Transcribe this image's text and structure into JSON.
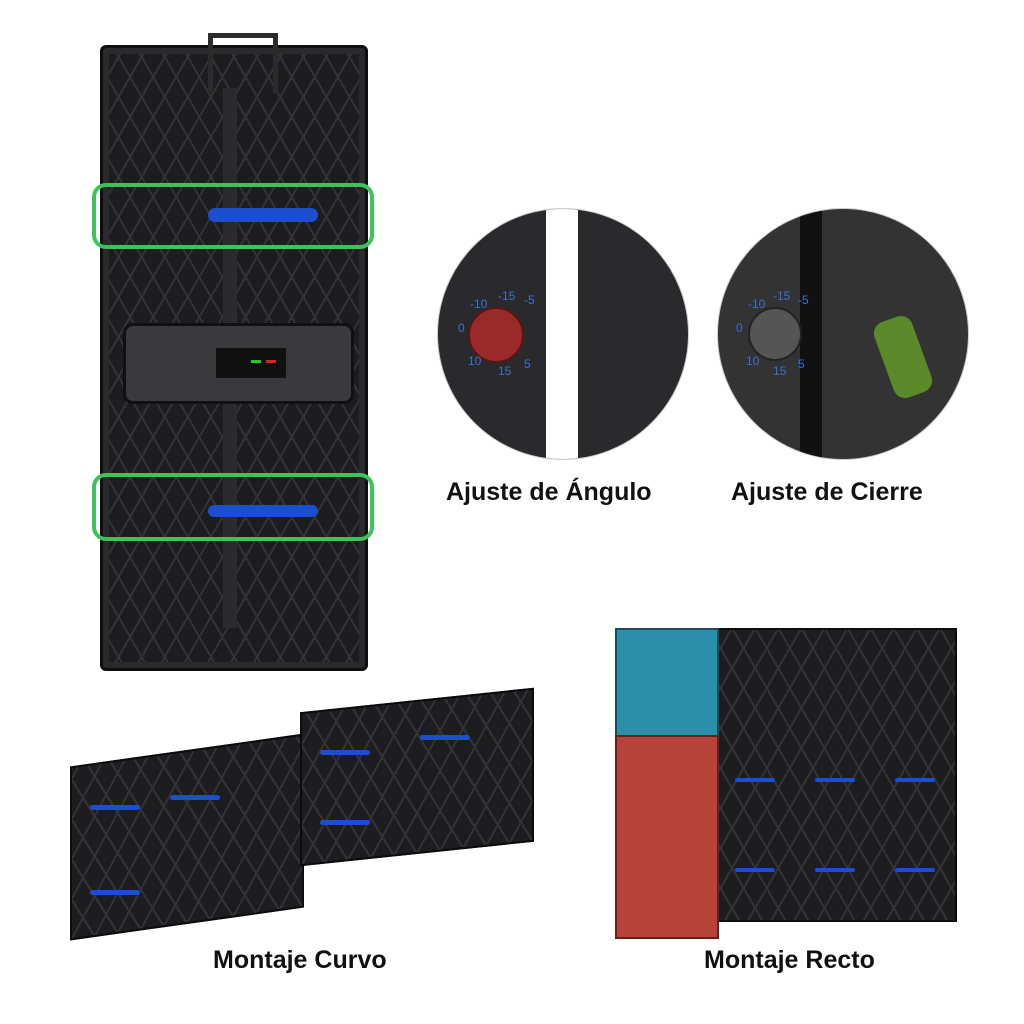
{
  "captions": {
    "angle": "Ajuste de Ángulo",
    "lock": "Ajuste de Cierre",
    "curved": "Montaje Curvo",
    "straight": "Montaje Recto"
  },
  "dial_numbers": {
    "angle": [
      "-10",
      "-15",
      "-5",
      "0",
      "10",
      "15",
      "5"
    ],
    "lock": [
      "-10",
      "-15",
      "-5",
      "0",
      "10",
      "15",
      "5"
    ]
  },
  "colors": {
    "highlight": "#3cc35a",
    "lever": "#1b4fd0",
    "angle_knob": "#9a2a2a",
    "lock_handle": "#5c8a2a",
    "teal_module": "#2a8fa8",
    "red_module": "#b7423a"
  }
}
